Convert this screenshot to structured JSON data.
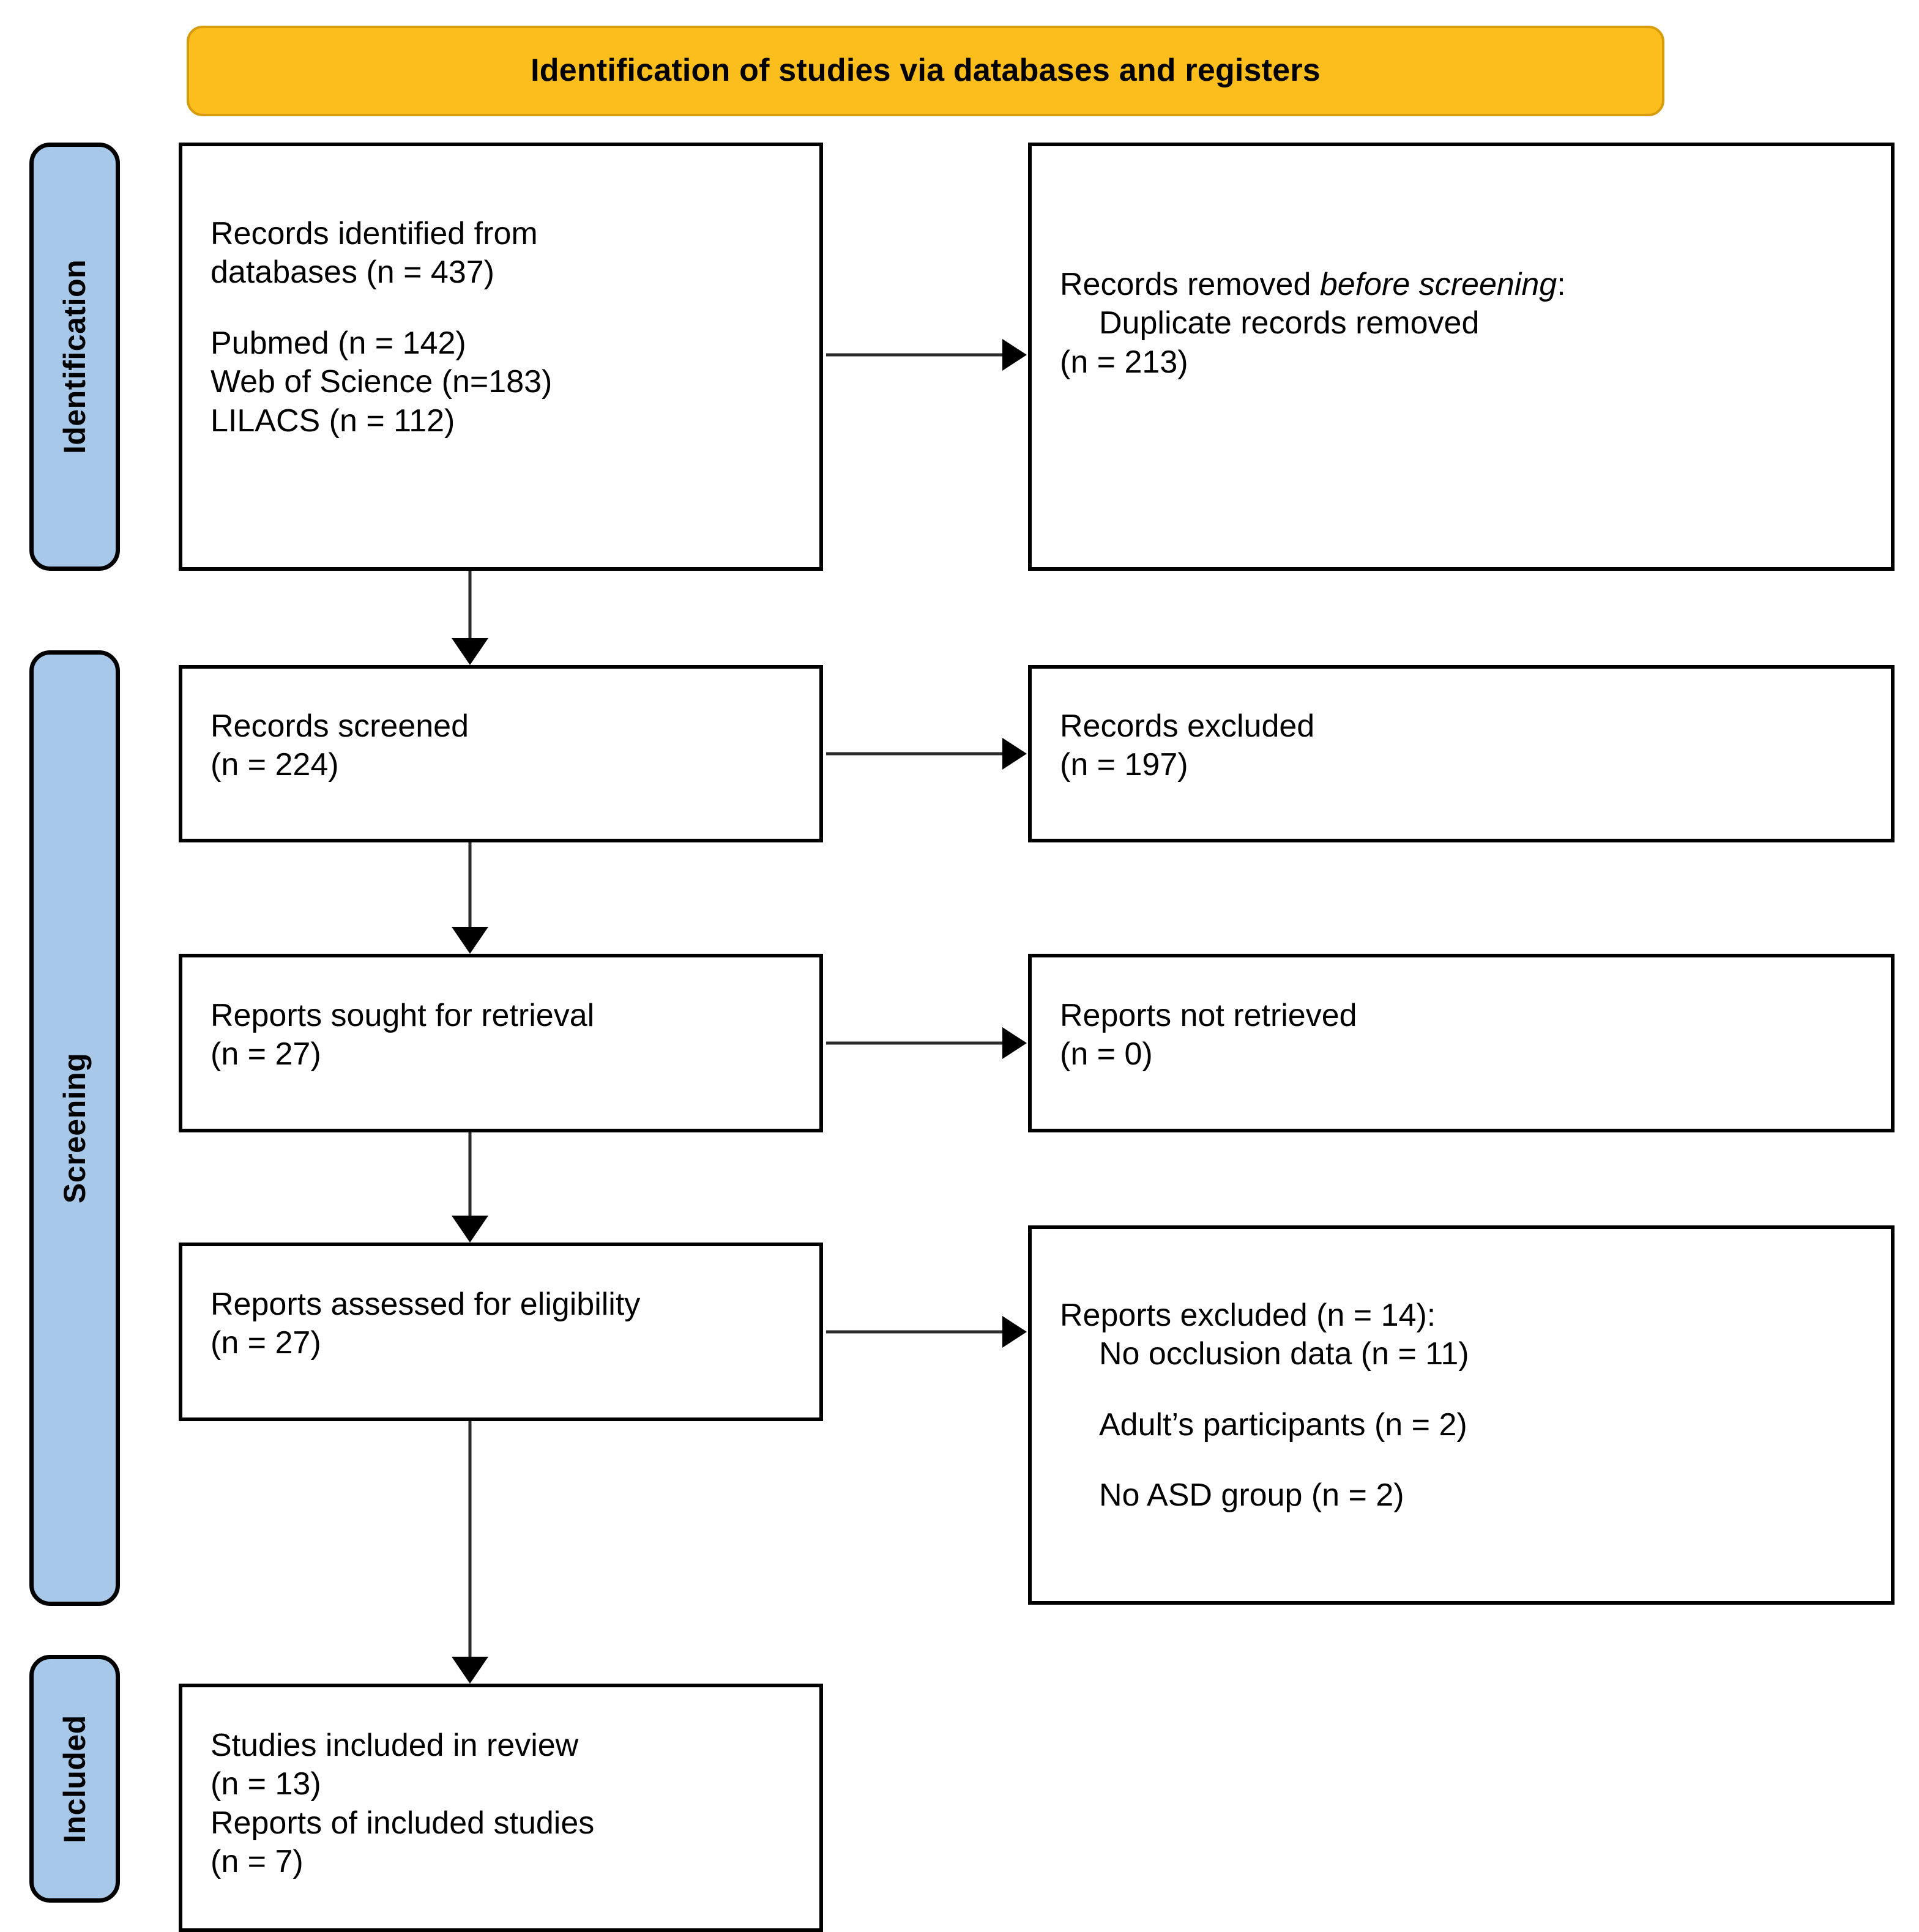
{
  "banner": {
    "title": "Identification of studies via databases and registers"
  },
  "stages": [
    {
      "id": "identification",
      "label": "Identification"
    },
    {
      "id": "screening",
      "label": "Screening"
    },
    {
      "id": "included",
      "label": "Included"
    }
  ],
  "boxes": {
    "records_identified": {
      "line1": "Records identified from",
      "line2": "databases (n = 437)",
      "line3": "Pubmed (n = 142)",
      "line4": "Web of Science (n=183)",
      "line5": "LILACS (n = 112)"
    },
    "records_removed": {
      "line1_a": "Records removed ",
      "line1_b": "before screening",
      "line1_c": ":",
      "line2": "Duplicate records removed",
      "line3": "(n = 213)"
    },
    "records_screened": {
      "line1": "Records screened",
      "line2": "(n = 224)"
    },
    "records_excluded": {
      "line1": "Records excluded",
      "line2": "(n = 197)"
    },
    "reports_sought": {
      "line1": "Reports sought for retrieval",
      "line2": "(n = 27)"
    },
    "reports_not_retrieved": {
      "line1": "Reports not retrieved",
      "line2": "(n = 0)"
    },
    "reports_assessed": {
      "line1": "Reports assessed for eligibility",
      "line2": "(n = 27)"
    },
    "reports_excluded": {
      "line1": "Reports excluded (n = 14):",
      "line2": "No occlusion data (n = 11)",
      "line3": "Adult’s participants (n = 2)",
      "line4": "No ASD group (n = 2)"
    },
    "studies_included": {
      "line1": "Studies included in review",
      "line2": "(n = 13)",
      "line3": "Reports of included studies",
      "line4": "(n = 7)"
    }
  },
  "colors": {
    "banner_fill": "#fcbe1c",
    "banner_border": "#d79c0c",
    "stagebar_fill": "#a7c8e9",
    "box_border": "#000000",
    "box_fill": "#ffffff",
    "arrow": "#000000",
    "text": "#000000"
  },
  "counts": {
    "records_identified_total": 437,
    "pubmed": 142,
    "web_of_science": 183,
    "lilacs": 112,
    "duplicates_removed": 213,
    "records_screened": 224,
    "records_excluded": 197,
    "reports_sought": 27,
    "reports_not_retrieved": 0,
    "reports_assessed": 27,
    "reports_excluded_total": 14,
    "no_occlusion_data": 11,
    "adult_participants": 2,
    "no_asd_group": 2,
    "studies_included": 13,
    "reports_of_included_studies": 7
  }
}
